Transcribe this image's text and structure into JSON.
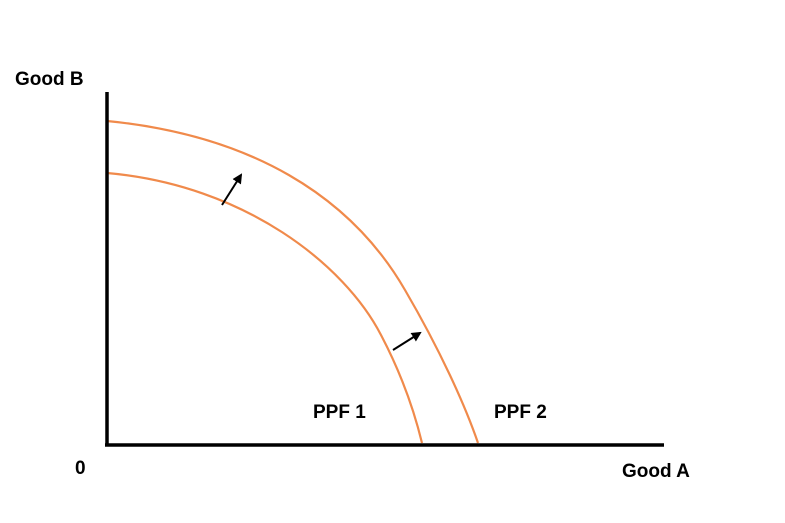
{
  "diagram": {
    "y_axis_label": "Good B",
    "x_axis_label": "Good A",
    "origin_label": "0",
    "curves": [
      {
        "label": "PPF 1",
        "color": "#f08a4b"
      },
      {
        "label": "PPF 2",
        "color": "#f08a4b"
      }
    ],
    "shift_arrows": [
      {
        "icon": "arrow-up-right-icon"
      },
      {
        "icon": "arrow-up-right-icon"
      }
    ],
    "axis_color": "#000000"
  }
}
